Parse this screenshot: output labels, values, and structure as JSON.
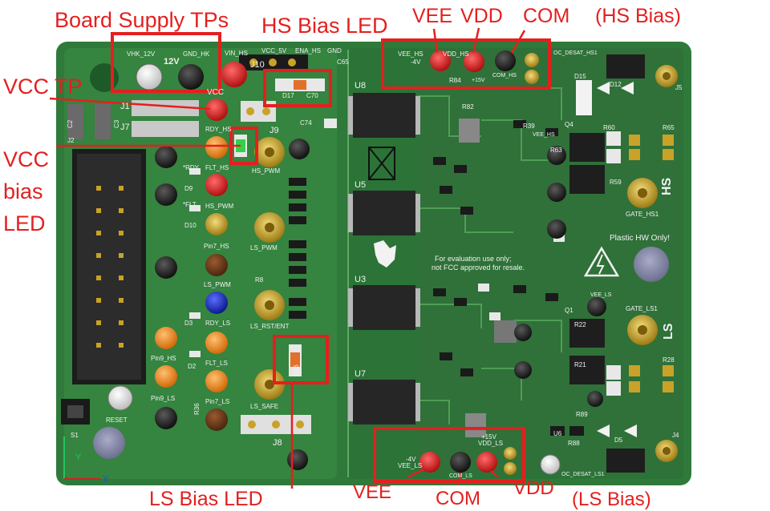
{
  "annotations": {
    "board_supply_tps": "Board Supply TPs",
    "hs_bias_led": "HS Bias LED",
    "vee_top": "VEE",
    "vdd_top": "VDD",
    "com_top": "COM",
    "hs_bias": "(HS Bias)",
    "vcc_tp": "VCC TP",
    "vcc_bias_led_1": "VCC",
    "vcc_bias_led_2": "bias",
    "vcc_bias_led_3": "LED",
    "ls_bias_led": "LS Bias LED",
    "vee_bottom": "VEE",
    "com_bottom": "COM",
    "vdd_bottom": "VDD",
    "ls_bias": "(LS Bias)"
  },
  "silkscreen": {
    "vhk_12v": "VHK_12V",
    "gnd_hk": "GND_HK",
    "v12": "12V",
    "vin_hs": "VIN_HS",
    "vcc_5v": "VCC_5V",
    "ena_hs": "ENA_HS",
    "gnd": "GND",
    "j10": "J10",
    "c65": "C65",
    "d17": "D17",
    "c70": "C70",
    "vcc": "VCC",
    "j9": "J9",
    "c74": "C74",
    "u8": "U8",
    "u5": "U5",
    "u3": "U3",
    "u7": "U7",
    "vee_hs": "VEE_HS",
    "vdd_hs": "VDD_HS",
    "com_hs": "COM_HS",
    "oc_desat_hs1": "OC_DESAT_HS1",
    "minus4v": "-4V",
    "plus15v": "+15V",
    "r84": "R84",
    "r82": "R82",
    "d15": "D15",
    "d12": "D12",
    "j5": "J5",
    "q4": "Q4",
    "r60": "R60",
    "r65": "R65",
    "r63": "R63",
    "r59": "R59",
    "r39": "R39",
    "vee_hs2": "VEE_HS",
    "hs": "HS",
    "ls": "LS",
    "gate_hs1": "GATE_HS1",
    "plastic_hw": "Plastic HW Only!",
    "evaluation_1": "For evaluation use only;",
    "evaluation_2": "not FCC approved for resale.",
    "rdy_hs": "RDY_HS",
    "flt_hs": "FLT_HS",
    "hs_pwm": "HS_PWM",
    "pin7_hs": "Pin7_HS",
    "ls_pwm": "LS_PWM",
    "rdy_ls": "RDY_LS",
    "flt_ls": "FLT_LS",
    "pin9_hs": "Pin9_HS",
    "pin9_ls": "Pin9_LS",
    "pin7_ls": "Pin7_LS",
    "hs_pwm_sma": "HS_PWM",
    "ls_pwm_sma": "LS_PWM",
    "ls_rst_ent": "LS_RST/ENT",
    "ls_safe": "LS_SAFE",
    "j8": "J8",
    "j1": "J1",
    "j2": "J2",
    "j7": "J7",
    "c2": "C2",
    "c3": "C3",
    "rdy": "*RDY",
    "flt": "*FLT",
    "d9": "D9",
    "d10": "D10",
    "d3": "D3",
    "d2": "D2",
    "d16": "D16",
    "r36": "R36",
    "r8": "R8",
    "reset": "RESET",
    "s1": "S1",
    "vee_ls": "VEE_LS",
    "com_ls": "COM_LS",
    "vdd_ls": "VDD_LS",
    "oc_desat_ls1": "OC_DESAT_LS1",
    "gate_ls1": "GATE_LS1",
    "vee_ls2": "VEE_LS",
    "r21": "R21",
    "r22": "R22",
    "r28": "R28",
    "q1": "Q1",
    "d5": "D5",
    "j4": "J4",
    "r88": "R88",
    "u6": "U6",
    "r89": "R89",
    "axis_x": "X",
    "axis_y": "Y"
  },
  "colors": {
    "board": "#2f7a3a",
    "board_dark": "#245f2c",
    "annotation": "#e41f1f",
    "tp_red": "#d42020",
    "tp_orange": "#f08a1e",
    "tp_black": "#262626",
    "tp_brown": "#6b3a1d",
    "tp_blue": "#1a2fc8",
    "tp_white": "#f2f2f2",
    "gold": "#c9a227"
  }
}
